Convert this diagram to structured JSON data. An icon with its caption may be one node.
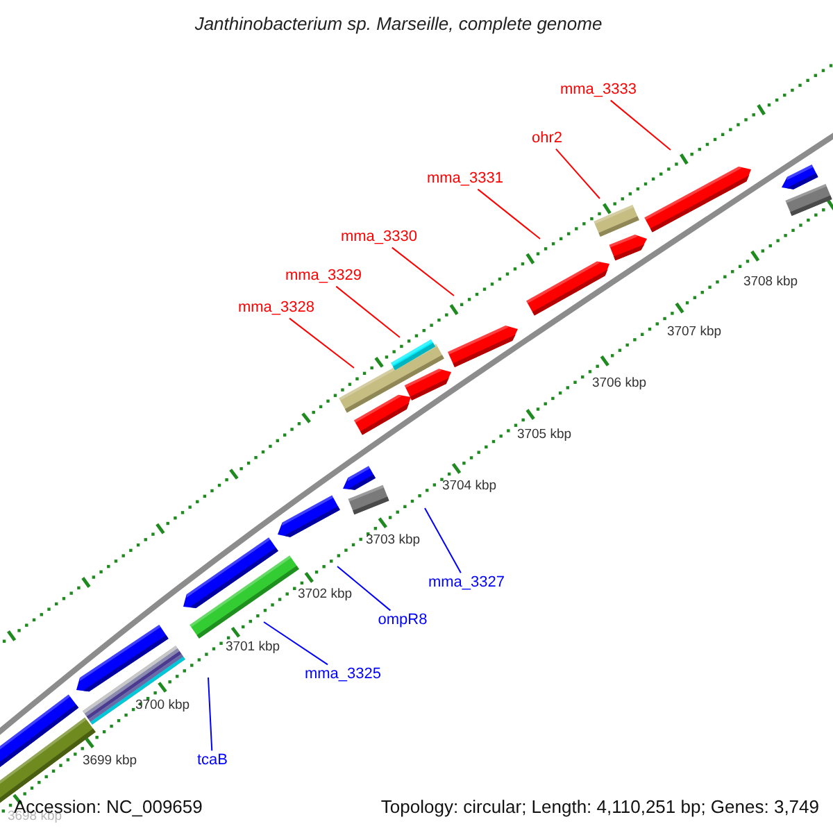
{
  "diagram": {
    "title": "Janthinobacterium sp. Marseille, complete genome",
    "nodes": [
      {
        "text": [
          "mma_3333"
        ]
      },
      {
        "text": [
          "ohr2"
        ]
      },
      {
        "text": [
          "mma_3331"
        ]
      },
      {
        "text": [
          "mma_3330"
        ]
      },
      {
        "text": [
          "mma_3329"
        ]
      },
      {
        "text": [
          "mma_3328"
        ]
      },
      {
        "text": [
          "mma_3327"
        ]
      },
      {
        "text": [
          "ompR8"
        ]
      },
      {
        "text": [
          "mma_3325"
        ]
      },
      {
        "text": [
          "tcaB"
        ]
      }
    ],
    "edges": [
      {
        "from": 0,
        "to": null,
        "arrow": "none"
      },
      {
        "from": 1,
        "to": null,
        "arrow": "none"
      },
      {
        "from": 2,
        "to": null,
        "arrow": "none"
      },
      {
        "from": 3,
        "to": null,
        "arrow": "none"
      },
      {
        "from": 4,
        "to": null,
        "arrow": "none"
      },
      {
        "from": 5,
        "to": null,
        "arrow": "none"
      },
      {
        "from": 6,
        "to": null,
        "arrow": "none",
        "color": "#0000ff"
      },
      {
        "from": 7,
        "to": null,
        "arrow": "none",
        "color": "#0000ff"
      },
      {
        "from": 8,
        "to": null,
        "arrow": "none",
        "color": "#0000ff"
      },
      {
        "from": 9,
        "to": null,
        "arrow": "none",
        "color": "#0000ff"
      }
    ],
    "labels": [
      "3708 kbp",
      "3707 kbp",
      "3706 kbp",
      "3705 kbp",
      "3704 kbp",
      "3703 kbp",
      "3702 kbp",
      "3701 kbp",
      "3700 kbp",
      "3699 kbp",
      "3698 kbp",
      "Accession: NC_009659",
      "Topology: circular; Length: 4,110,251 bp; Genes: 3,749"
    ]
  }
}
